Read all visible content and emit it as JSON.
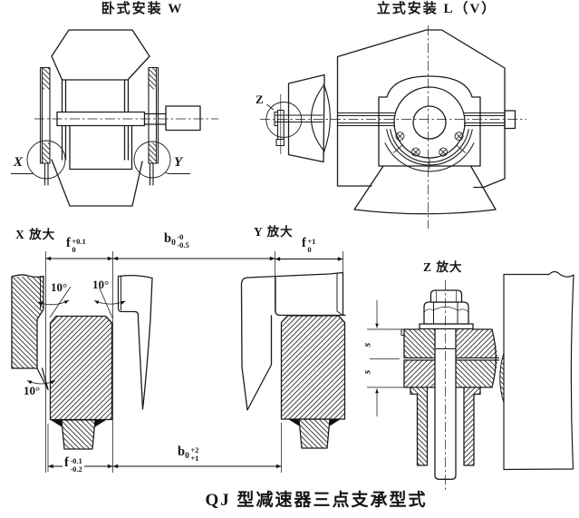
{
  "page": {
    "background": "#ffffff",
    "ink": "#1b1b1b",
    "caption": "QJ 型减速器三点支承型式"
  },
  "views": {
    "horizontal": {
      "title": "卧式安装 W",
      "marker_x": "X",
      "marker_y": "Y"
    },
    "vertical": {
      "title": "立式安装 L（V）",
      "marker_z": "Z"
    },
    "detail_x": {
      "title": "X 放大",
      "angle_top_left": "10°",
      "angle_top_right": "10°",
      "angle_bottom": "10°"
    },
    "detail_y": {
      "title": "Y 放大"
    },
    "detail_z": {
      "title": "Z 放大",
      "gap_upper": "s",
      "gap_lower": "s"
    }
  },
  "dimensions": {
    "f_top_x": {
      "base": "f",
      "tol_up": "+0.1",
      "tol_dn": "0"
    },
    "b_top": {
      "base": "b",
      "sub": "0",
      "tol_up": "-0",
      "tol_dn": "-0.5"
    },
    "f_top_y": {
      "base": "f",
      "tol_up": "+1",
      "tol_dn": "0"
    },
    "f_bottom": {
      "base": "f",
      "tol_up": "-0.1",
      "tol_dn": "-0.2"
    },
    "b_bottom": {
      "base": "b",
      "sub": "0",
      "tol_up": "+2",
      "tol_dn": "+1"
    }
  }
}
